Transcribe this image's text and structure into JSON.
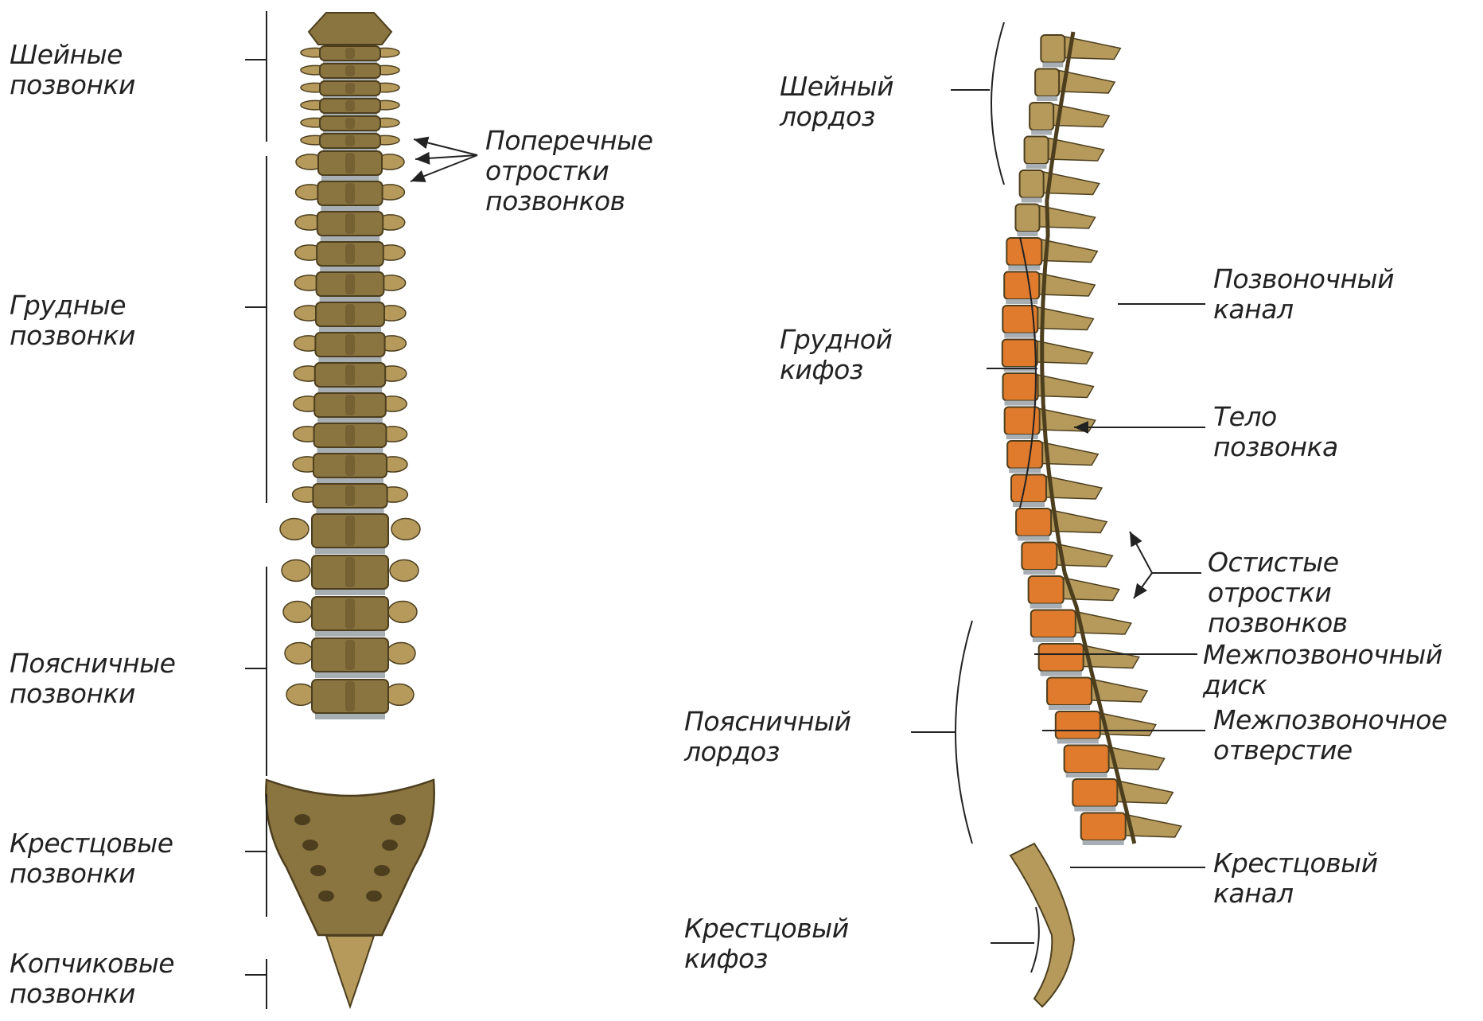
{
  "colors": {
    "bone": "#8a7440",
    "bone_dark": "#4d3f1e",
    "bone_light": "#b59a5c",
    "disc": "#a7aeb4",
    "body_orange": "#e07a2c",
    "line": "#222222",
    "text": "#222222"
  },
  "left_view": {
    "regions": [
      {
        "id": "cervical",
        "text": "Шейные\nпозвонки"
      },
      {
        "id": "thoracic",
        "text": "Грудные\nпозвонки"
      },
      {
        "id": "lumbar",
        "text": "Поясничные\nпозвонки"
      },
      {
        "id": "sacral",
        "text": "Крестцовые\nпозвонки"
      },
      {
        "id": "coccygeal",
        "text": "Копчиковые\nпозвонки"
      }
    ],
    "callouts": [
      {
        "id": "transverse",
        "text": "Поперечные\nотростки\nпозвонков"
      }
    ]
  },
  "right_view": {
    "curves": [
      {
        "id": "cervical-lordosis",
        "text": "Шейный\nлордоз"
      },
      {
        "id": "thoracic-kyphosis",
        "text": "Грудной\nкифоз"
      },
      {
        "id": "lumbar-lordosis",
        "text": "Поясничный\nлордоз"
      },
      {
        "id": "sacral-kyphosis",
        "text": "Крестцовый\nкифоз"
      }
    ],
    "callouts": [
      {
        "id": "spinal-canal",
        "text": "Позвоночный\nканал"
      },
      {
        "id": "vertebral-body",
        "text": "Тело\nпозвонка"
      },
      {
        "id": "spinous",
        "text": "Остистые\nотростки\nпозвонков"
      },
      {
        "id": "disc",
        "text": "Межпозвоночный\nдиск"
      },
      {
        "id": "foramen",
        "text": "Межпозвоночное\nотверстие"
      },
      {
        "id": "sacral-canal",
        "text": "Крестцовый\nканал"
      }
    ]
  }
}
